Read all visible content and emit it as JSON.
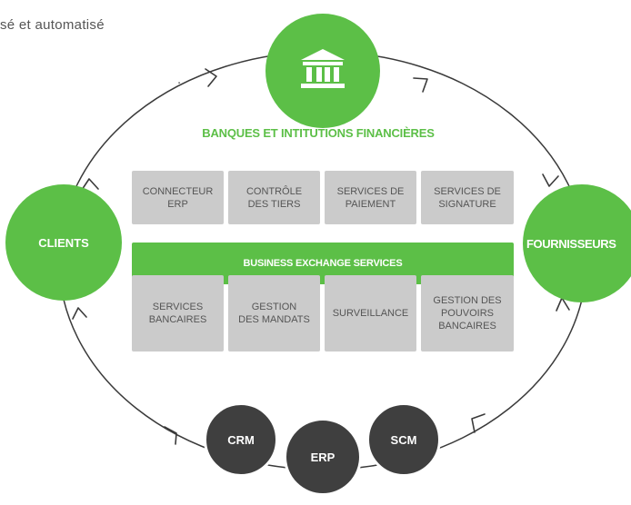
{
  "background_text": {
    "line1": "sé et automatisé",
    "line2": "."
  },
  "nodes": {
    "bank_title": "BANQUES ET INTITUTIONS FINANCIÈRES",
    "clients": "CLIENTS",
    "suppliers": "FOURNISSEURS",
    "crm": "CRM",
    "erp": "ERP",
    "scm": "SCM"
  },
  "top_services": [
    "CONNECTEUR\nERP",
    "CONTRÔLE\nDES TIERS",
    "SERVICES DE\nPAIEMENT",
    "SERVICES DE\nSIGNATURE"
  ],
  "center_bar": "BUSINESS EXCHANGE SERVICES",
  "bottom_services": [
    "SERVICES\nBANCAIRES",
    "GESTION\nDES MANDATS",
    "SURVEILLANCE",
    "GESTION DES\nPOUVOIRS\nBANCAIRES"
  ],
  "colors": {
    "green": "#5cbf47",
    "dark": "#3f3f3f",
    "box": "#cbcbcb",
    "text": "#555555"
  },
  "icons": {
    "bank": "bank-building-icon"
  }
}
